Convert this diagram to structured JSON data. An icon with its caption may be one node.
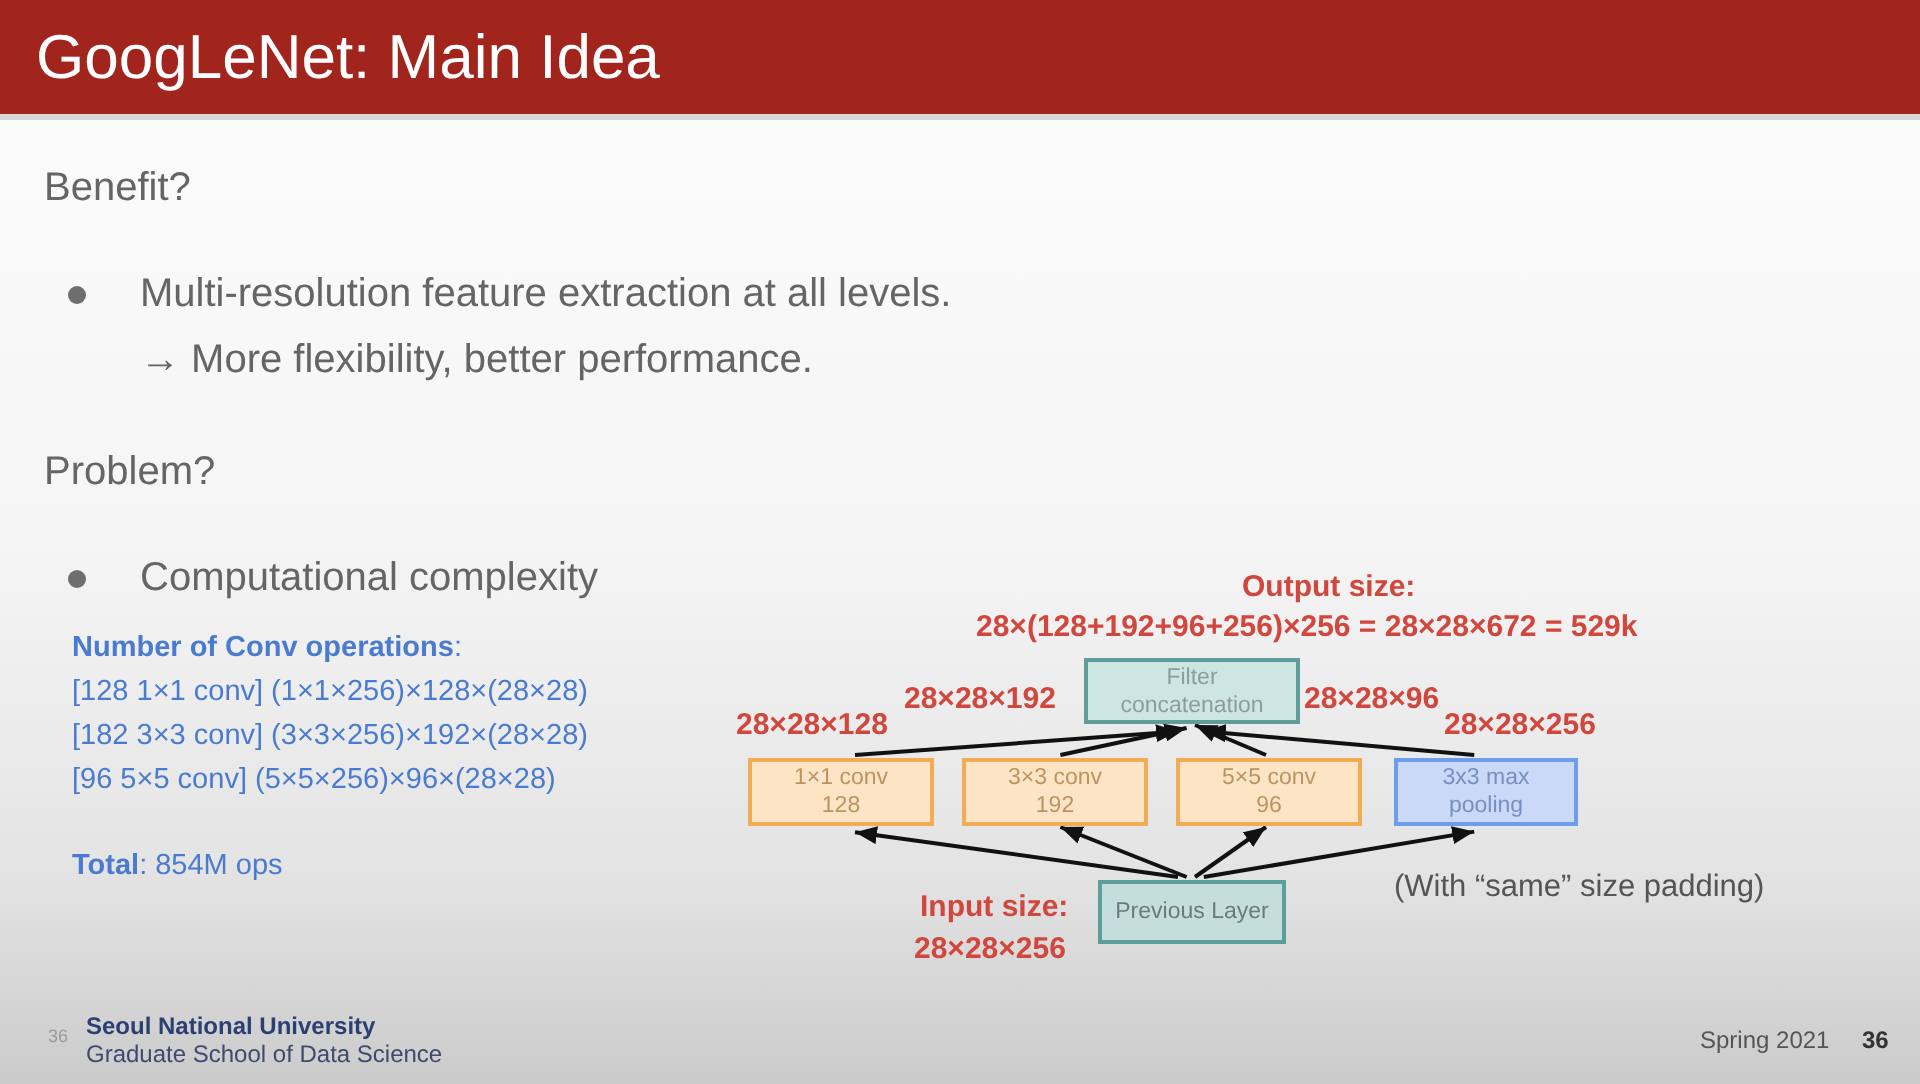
{
  "diagram": {
    "title": "GoogLeNet: Main Idea",
    "nodes": [
      {
        "text": [
          "Filter concatenation"
        ],
        "beside": [
          "Output size:",
          "28×(128+192+96+256)×256 = 28×28×672 = 529k"
        ]
      },
      {
        "text": [
          "1×1 conv 128"
        ]
      },
      {
        "text": [
          "3×3 conv 192"
        ]
      },
      {
        "text": [
          "5×5 conv 96"
        ]
      },
      {
        "text": [
          "3x3 max pooling"
        ]
      },
      {
        "text": [
          "Previous Layer"
        ],
        "beside": [
          "Input size:",
          "28×28×256"
        ]
      }
    ],
    "edges": [
      {
        "from": 5,
        "to": 1,
        "arrow": "to"
      },
      {
        "from": 5,
        "to": 2,
        "arrow": "to"
      },
      {
        "from": 5,
        "to": 3,
        "arrow": "to"
      },
      {
        "from": 5,
        "to": 4,
        "arrow": "to"
      },
      {
        "from": 1,
        "to": 0,
        "arrow": "to",
        "label": "28×28×128"
      },
      {
        "from": 2,
        "to": 0,
        "arrow": "to",
        "label": "28×28×192"
      },
      {
        "from": 3,
        "to": 0,
        "arrow": "to",
        "label": "28×28×96"
      },
      {
        "from": 4,
        "to": 0,
        "arrow": "to",
        "label": "28×28×256"
      }
    ],
    "labels": [
      "Benefit?",
      "Multi-resolution feature extraction at all levels.",
      "→ More flexibility, better performance.",
      "Problem?",
      "Computational complexity",
      "**Number of Conv operations**:",
      "[128 1×1 conv] (1×1×256)×128×(28×28)",
      "[182 3×3 conv] (3×3×256)×192×(28×28)",
      "[96 5×5 conv] (5×5×256)×96×(28×28)",
      "**Total**: 854M ops",
      "(With “same” size padding)",
      "36",
      "Seoul National University",
      "Graduate School of Data Science",
      "Spring 2021",
      "36"
    ]
  }
}
